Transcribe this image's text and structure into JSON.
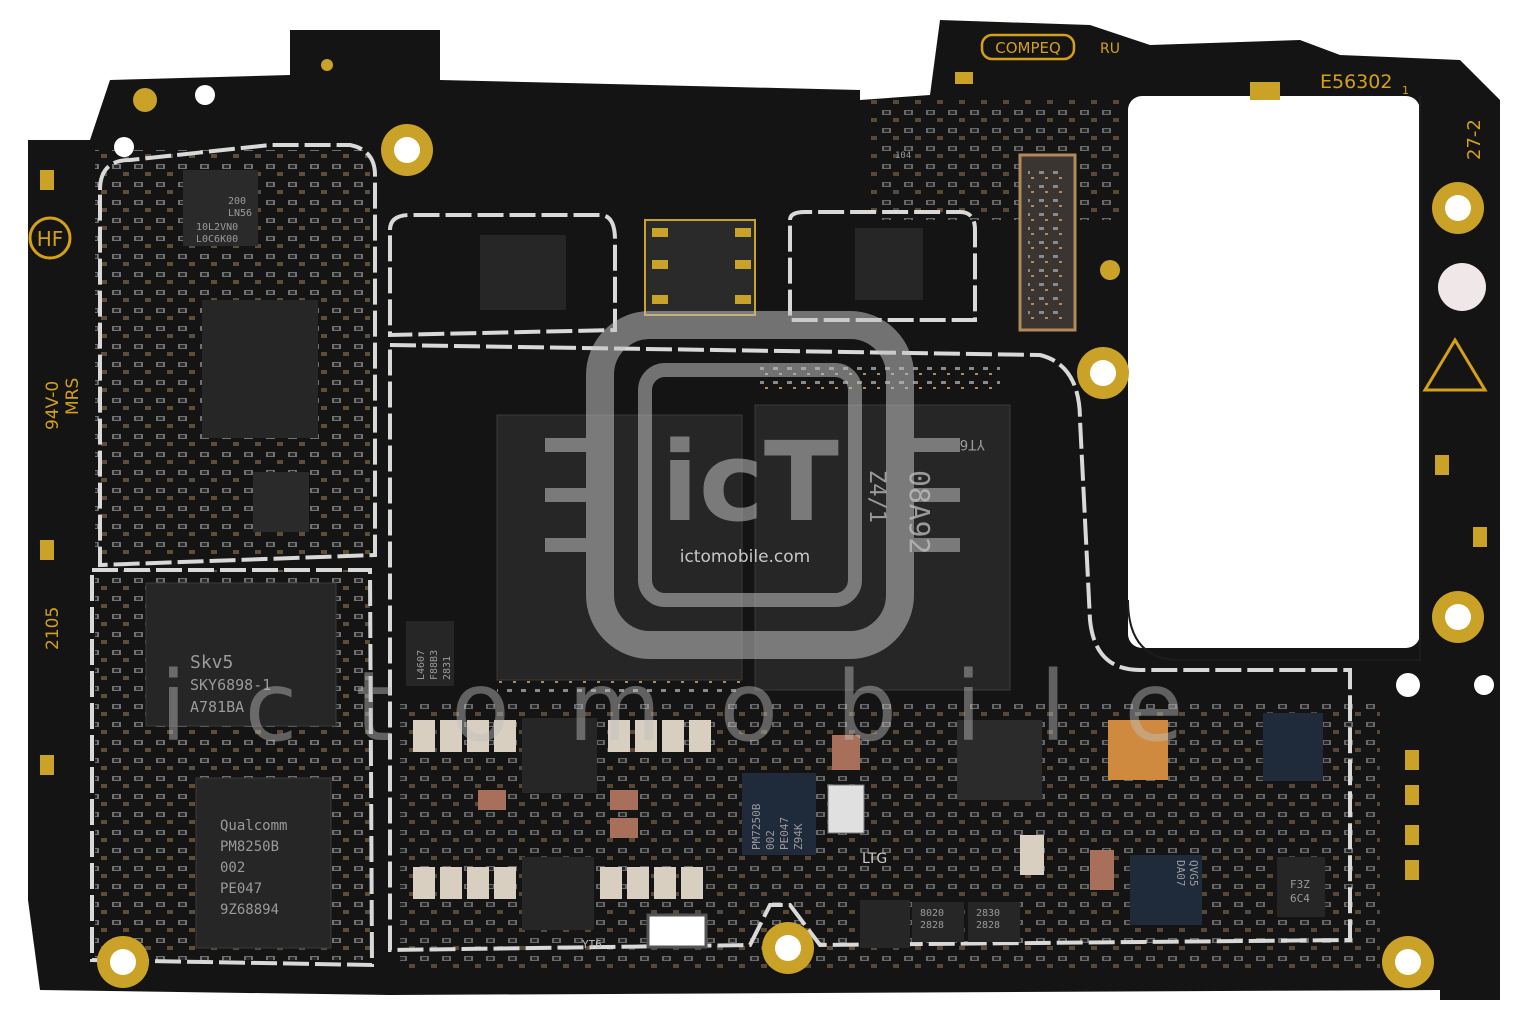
{
  "board": {
    "colors": {
      "background": "#ffffff",
      "pcb": "#141414",
      "pcb_edge": "#1c1c1c",
      "gold": "#c9a227",
      "silkscreen": "#d4a01a",
      "shield": "#d9d9d9",
      "chip": "#262626",
      "chip_text": "#9a9a9a",
      "watermark": "#bfbfbf"
    },
    "silk": {
      "compeq": "COMPEQ",
      "ul": "RU",
      "board_id": "E56302",
      "board_id_sub": "1",
      "rev": "27-2",
      "hf": "HF",
      "flammability": "94V-0",
      "mrs": "MRS",
      "date_code": "2105",
      "ltg": "LTG"
    },
    "chips": {
      "rf_module": {
        "line1": "Skv5",
        "line2": "SKY6898-1",
        "line3": "A781BA"
      },
      "pmic": {
        "line1": "Qualcomm",
        "line2": "PM8250B",
        "line3": "002",
        "line4": "PE047",
        "line5": "9Z68894"
      },
      "pmic2": {
        "line1": "PM7250B",
        "line2": "002",
        "line3": "PE047",
        "line4": "Z94K"
      },
      "memory": {
        "line1": "YT6",
        "line2": "08A92",
        "line3": "Z4/1"
      },
      "small_left": {
        "line1": "200",
        "line2": "LN56",
        "line3": "10L2VN0",
        "line4": "L0C6K00"
      },
      "small_mid": {
        "line1": "L4607",
        "line2": "F88B3",
        "line3": "2831"
      },
      "small_right": {
        "line1": "F3Z",
        "line2": "6C4"
      },
      "codec": {
        "line1": "QVG5",
        "line2": "DA07"
      },
      "pair_a": {
        "line1": "8020",
        "line2": "2828"
      },
      "pair_b": {
        "line1": "2830",
        "line2": "2828"
      },
      "tiny_104": "104",
      "tiny_yt6": "YT6"
    },
    "watermark": {
      "url": "ictomobile.com",
      "big": "ictomobile"
    }
  }
}
